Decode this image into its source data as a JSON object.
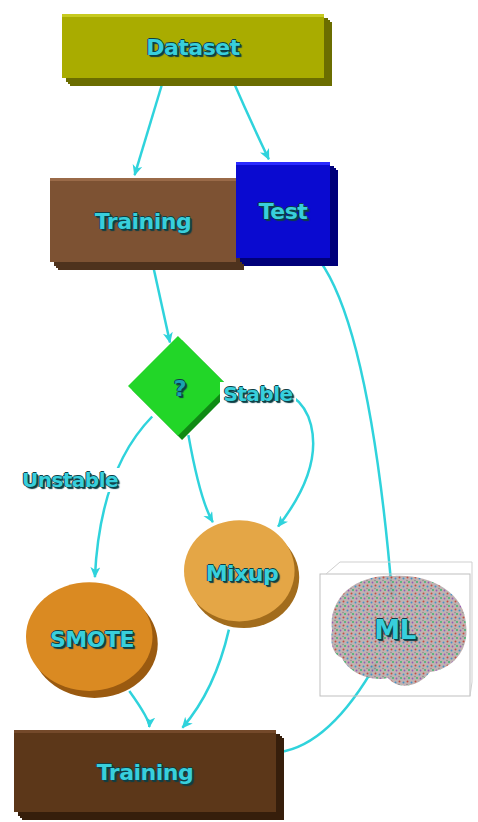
{
  "diagram": {
    "nodes": [
      {
        "text": [
          "Dataset"
        ]
      },
      {
        "text": [
          "Training"
        ]
      },
      {
        "text": [
          "Test"
        ]
      },
      {
        "text": [
          "?"
        ]
      },
      {
        "text": [
          "SMOTE"
        ]
      },
      {
        "text": [
          "Mixup"
        ]
      },
      {
        "text": [
          "Training"
        ]
      },
      {
        "text": [
          "ML"
        ]
      }
    ],
    "edges": [
      {
        "from": 0,
        "to": 1,
        "arrow": "to"
      },
      {
        "from": 0,
        "to": 2,
        "arrow": "to"
      },
      {
        "from": 1,
        "to": 3,
        "arrow": "to"
      },
      {
        "from": 2,
        "to": 7,
        "arrow": "to"
      },
      {
        "from": 3,
        "to": 4,
        "label": "Unstable",
        "arrow": "to"
      },
      {
        "from": 3,
        "to": 5,
        "arrow": "to"
      },
      {
        "from": 3,
        "to": 5,
        "label": "Stable",
        "arrow": "to"
      },
      {
        "from": 4,
        "to": 6,
        "arrow": "to"
      },
      {
        "from": 5,
        "to": 6,
        "arrow": "to"
      },
      {
        "from": 6,
        "to": 7,
        "arrow": "to"
      }
    ]
  }
}
